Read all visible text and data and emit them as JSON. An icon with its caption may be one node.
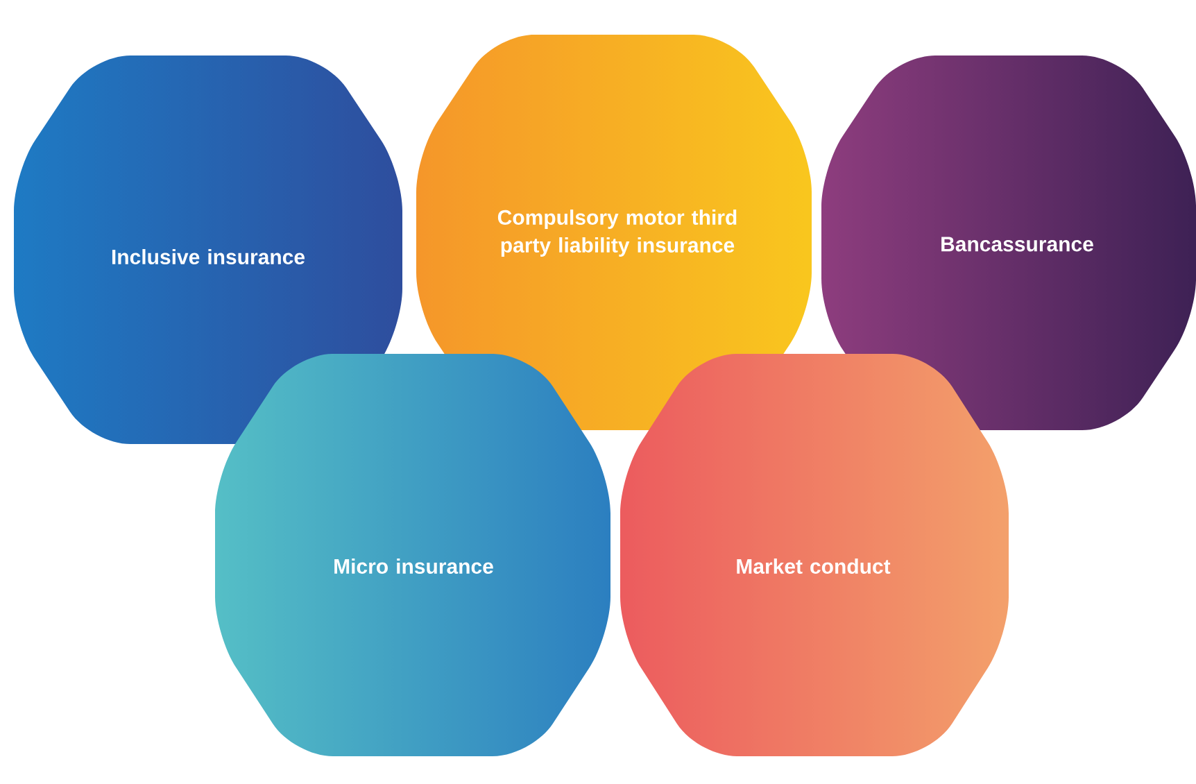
{
  "diagram": {
    "nodes": [
      {
        "text": [
          "Inclusive insurance"
        ]
      },
      {
        "text": [
          "Compulsory motor third party liability insurance"
        ]
      },
      {
        "text": [
          "Bancassurance"
        ]
      },
      {
        "text": [
          "Micro insurance"
        ]
      },
      {
        "text": [
          "Market conduct"
        ]
      }
    ]
  }
}
